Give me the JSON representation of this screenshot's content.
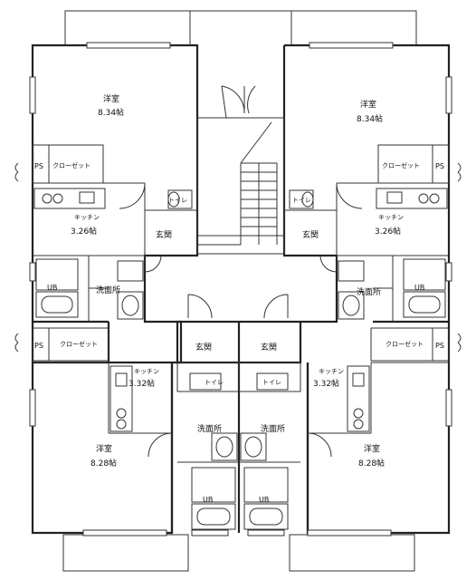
{
  "units": {
    "nw": {
      "room": "洋室",
      "room_size": "8.34帖",
      "closet": "クローゼット",
      "ps": "PS",
      "kitchen": "キッチン",
      "kitchen_size": "3.26帖",
      "toilet": "トイレ",
      "entrance": "玄関",
      "ub": "UB",
      "washroom": "洗面所"
    },
    "ne": {
      "room": "洋室",
      "room_size": "8.34帖",
      "closet": "クローゼット",
      "ps": "PS",
      "kitchen": "キッチン",
      "kitchen_size": "3.26帖",
      "toilet": "トイレ",
      "entrance": "玄関",
      "ub": "UB",
      "washroom": "洗面所"
    },
    "sw": {
      "room": "洋室",
      "room_size": "8.28帖",
      "closet": "クローゼット",
      "ps": "PS",
      "kitchen": "キッチン",
      "kitchen_size": "3.32帖",
      "toilet": "トイレ",
      "entrance": "玄関",
      "ub": "UB",
      "washroom": "洗面所"
    },
    "se": {
      "room": "洋室",
      "room_size": "8.28帖",
      "closet": "クローゼット",
      "ps": "PS",
      "kitchen": "キッチン",
      "kitchen_size": "3.32帖",
      "toilet": "トイレ",
      "entrance": "玄関",
      "ub": "UB",
      "washroom": "洗面所"
    }
  }
}
